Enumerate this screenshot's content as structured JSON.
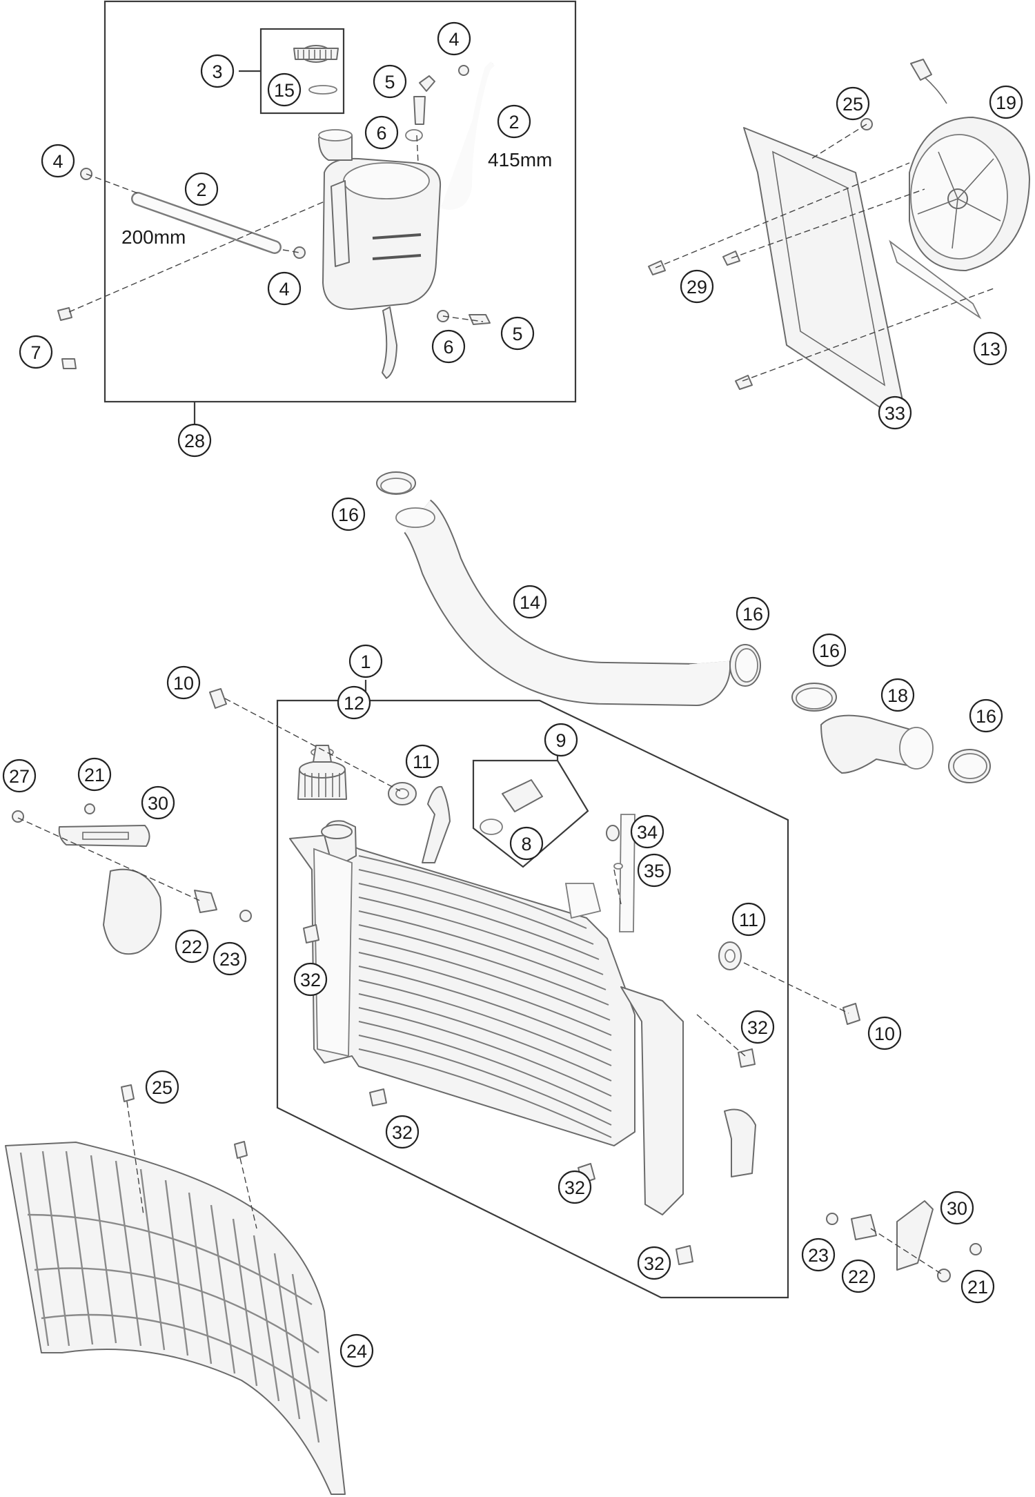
{
  "diagram": {
    "type": "exploded-parts-diagram",
    "callouts": [
      {
        "label": "4"
      },
      {
        "label": "3"
      },
      {
        "label": "15"
      },
      {
        "label": "5"
      },
      {
        "label": "2"
      },
      {
        "label": "6"
      },
      {
        "label": "4"
      },
      {
        "label": "2"
      },
      {
        "label": "4"
      },
      {
        "label": "6"
      },
      {
        "label": "5"
      },
      {
        "label": "7"
      },
      {
        "label": "28"
      },
      {
        "label": "25"
      },
      {
        "label": "19"
      },
      {
        "label": "29"
      },
      {
        "label": "13"
      },
      {
        "label": "33"
      },
      {
        "label": "16"
      },
      {
        "label": "14"
      },
      {
        "label": "16"
      },
      {
        "label": "16"
      },
      {
        "label": "18"
      },
      {
        "label": "16"
      },
      {
        "label": "1"
      },
      {
        "label": "10"
      },
      {
        "label": "12"
      },
      {
        "label": "11"
      },
      {
        "label": "9"
      },
      {
        "label": "8"
      },
      {
        "label": "27"
      },
      {
        "label": "21"
      },
      {
        "label": "30"
      },
      {
        "label": "22"
      },
      {
        "label": "23"
      },
      {
        "label": "32"
      },
      {
        "label": "34"
      },
      {
        "label": "35"
      },
      {
        "label": "11"
      },
      {
        "label": "10"
      },
      {
        "label": "32"
      },
      {
        "label": "25"
      },
      {
        "label": "32"
      },
      {
        "label": "32"
      },
      {
        "label": "30"
      },
      {
        "label": "23"
      },
      {
        "label": "22"
      },
      {
        "label": "21"
      },
      {
        "label": "32"
      },
      {
        "label": "24"
      }
    ],
    "dimensions": [
      {
        "text": "415mm"
      },
      {
        "text": "200mm"
      }
    ]
  }
}
